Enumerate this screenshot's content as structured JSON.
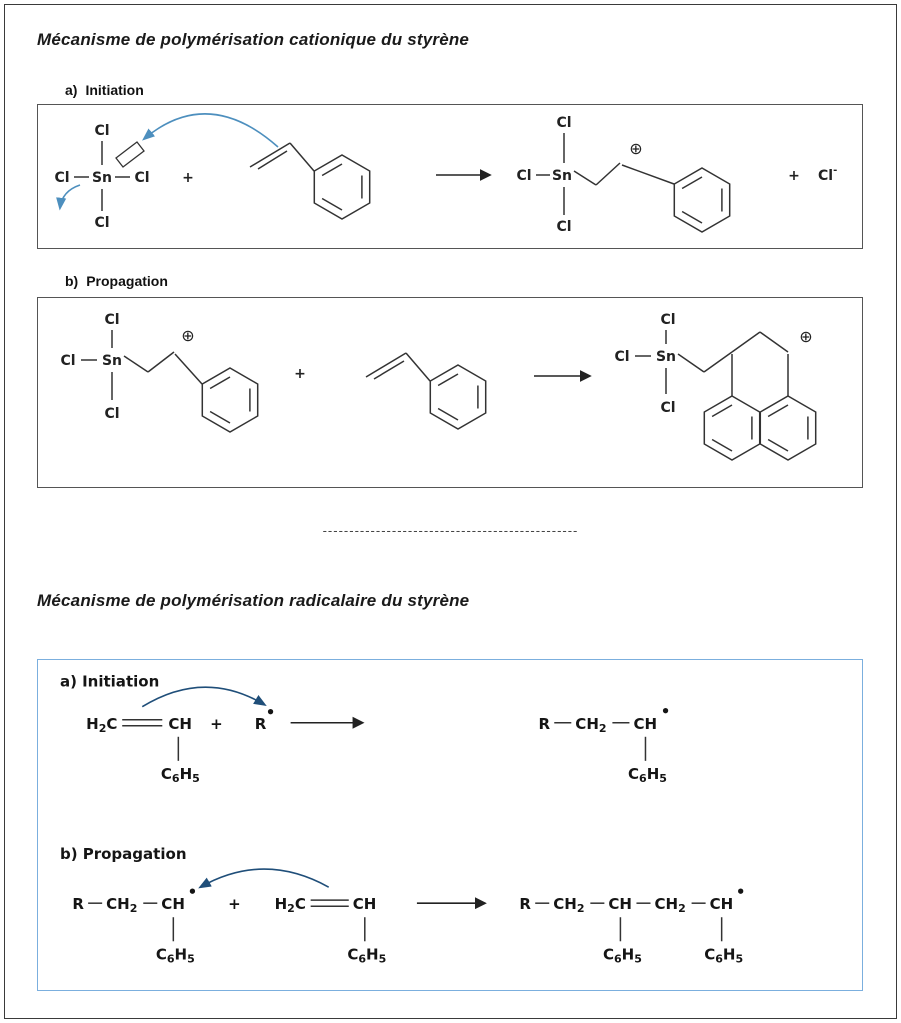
{
  "page": {
    "title_cationic": "Mécanisme de polymérisation cationique du styrène",
    "title_radical": "Mécanisme de polymérisation radicalaire du styrène",
    "separator_dashes": "------------------------------------------------",
    "sections": {
      "initiation_prefix": "a)",
      "initiation_label": "Initiation",
      "propagation_prefix": "b)",
      "propagation_label": "Propagation"
    }
  },
  "chem": {
    "Cl": "Cl",
    "Sn": "Sn",
    "R": "R",
    "H": "H",
    "C": "C",
    "CH": "CH",
    "sub2": "2",
    "sub5": "5",
    "sub6": "6",
    "plus": "+",
    "oplus": "⊕",
    "minus_charge": "-",
    "radical_dot": "•"
  },
  "colors": {
    "structure_stroke": "#333333",
    "curved_arrow_light_blue": "#4d8fbe",
    "curved_arrow_navy": "#1f4e79",
    "radical_box_border": "#7bafde",
    "frame_border": "#555555"
  }
}
